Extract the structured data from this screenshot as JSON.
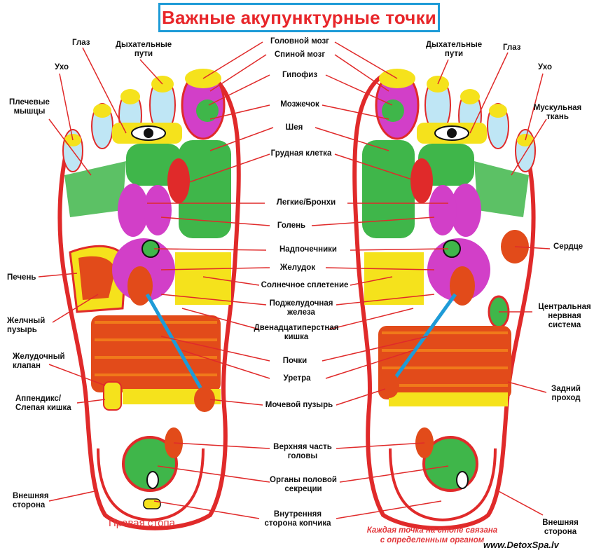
{
  "title": "Важные акупунктурные точки",
  "labels": {
    "eye_l": "Глаз",
    "breath_l": "Дыхательные\nпути",
    "ear_l": "Ухо",
    "shoulder": "Плечевые\nмышцы",
    "liver": "Печень",
    "gallbladder": "Желчный\nпузырь",
    "stomach_valve": "Желудочный\nклапан",
    "appendix": "Аппендикс/\nСлепая кишка",
    "outer_l": "Внешняя\nсторона",
    "brain": "Головной мозг",
    "spinal": "Спиной мозг",
    "pituitary": "Гипофиз",
    "cerebellum": "Мозжечок",
    "neck": "Шея",
    "chest": "Грудная клетка",
    "lungs": "Легкие/Бронхи",
    "shin": "Голень",
    "adrenal": "Надпочечники",
    "stomach": "Желудок",
    "solar": "Солнечное сплетение",
    "pancreas": "Поджелудочная\nжелеза",
    "duodenum": "Двенадцатиперстная\nкишка",
    "kidneys": "Почки",
    "urethra": "Уретра",
    "bladder": "Мочевой пузырь",
    "upper_head": "Верхняя часть\nголовы",
    "genitals": "Органы половой\nсекреции",
    "coccyx": "Внутренняя\nсторона копчика",
    "breath_r": "Дыхательные\nпути",
    "eye_r": "Глаз",
    "ear_r": "Ухо",
    "muscle": "Мускульная\nткань",
    "heart": "Сердце",
    "cns": "Центральная\nнервная\nсистема",
    "anus": "Задний\nпроход",
    "outer_r": "Внешняя\nсторона"
  },
  "caption_right_foot": "Правая стопа",
  "note": "Каждая точка на стопе связана\nс определенным органом",
  "site": "www.DetoxSpa.lv",
  "colors": {
    "title_border": "#1e9bd7",
    "title_text": "#e8262a",
    "outline_red": "#e02a2a",
    "green": "#3fb64a",
    "yellow": "#f5e21c",
    "magenta": "#d23fc8",
    "orange": "#f07a1a"
  }
}
